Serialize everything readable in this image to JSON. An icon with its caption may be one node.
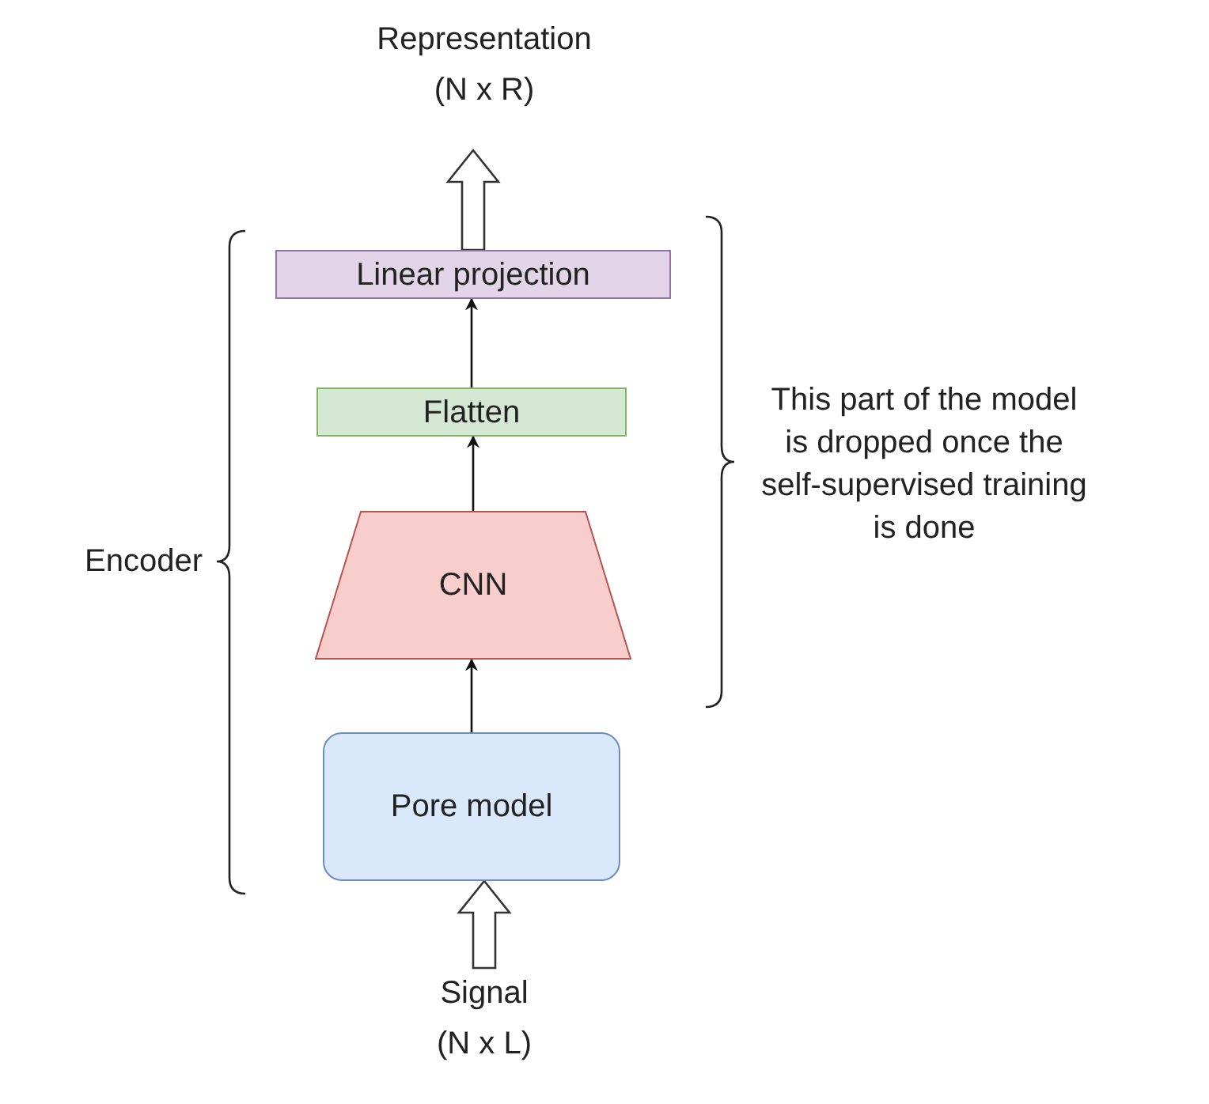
{
  "diagram": {
    "nodes": [
      {
        "text": [
          "Representation",
          "(N x R)"
        ]
      },
      {
        "text": [
          "Linear projection"
        ]
      },
      {
        "text": [
          "Flatten"
        ]
      },
      {
        "text": [
          "CNN"
        ]
      },
      {
        "text": [
          "Pore model"
        ]
      },
      {
        "text": [
          "Signal",
          "(N x L)"
        ]
      }
    ],
    "edges": [
      {
        "from": 5,
        "to": 4,
        "arrow": "to",
        "style": "thick"
      },
      {
        "from": 4,
        "to": 3,
        "arrow": "to"
      },
      {
        "from": 3,
        "to": 2,
        "arrow": "to"
      },
      {
        "from": 2,
        "to": 1,
        "arrow": "to"
      },
      {
        "from": 1,
        "to": 0,
        "arrow": "to",
        "style": "thick"
      }
    ],
    "labels": [
      "Encoder",
      "This part of the model is dropped once the self-supervised training is done"
    ]
  }
}
